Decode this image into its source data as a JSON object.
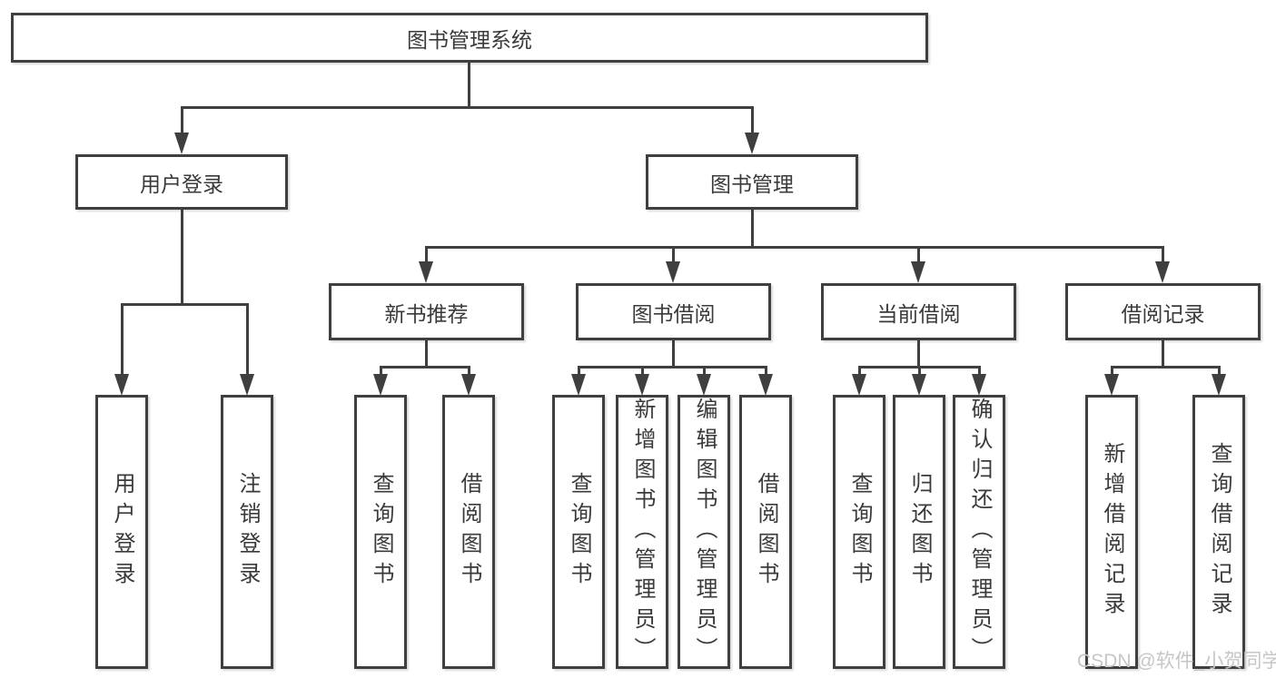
{
  "diagram": {
    "root": {
      "label": "图书管理系统"
    },
    "level2": [
      {
        "label": "用户登录"
      },
      {
        "label": "图书管理"
      }
    ],
    "level3": [
      {
        "label": "新书推荐"
      },
      {
        "label": "图书借阅"
      },
      {
        "label": "当前借阅"
      },
      {
        "label": "借阅记录"
      }
    ],
    "leaves": {
      "login": [
        "用户登录",
        "注销登录"
      ],
      "recommend": [
        "查询图书",
        "借阅图书"
      ],
      "borrow": [
        "查询图书",
        "新增图书（管理员）",
        "编辑图书（管理员）",
        "借阅图书"
      ],
      "current": [
        "查询图书",
        "归还图书",
        "确认归还（管理员）"
      ],
      "records": [
        "新增借阅记录",
        "查询借阅记录"
      ]
    }
  },
  "watermark": {
    "text": "CSDN @软件_小贺同学"
  },
  "colors": {
    "line": "#3f3f3f",
    "text": "#3a3a3a",
    "watermark": "#c6c6c6",
    "background": "#ffffff"
  }
}
